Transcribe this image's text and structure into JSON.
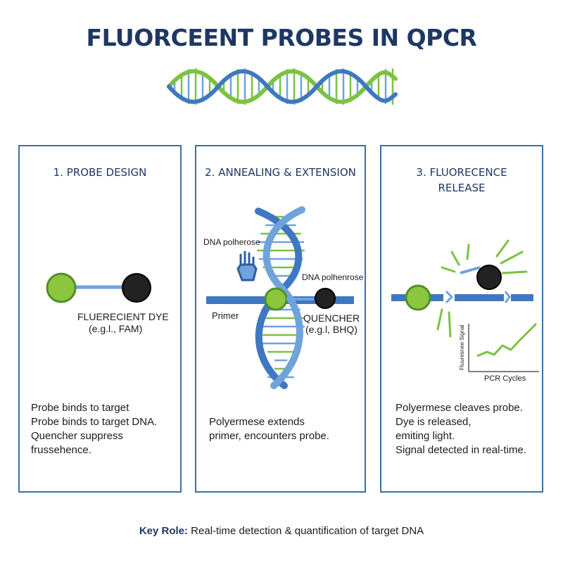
{
  "title": "FLUORCEENT PROBES IN QPCR",
  "colors": {
    "navy": "#1e3763",
    "blue": "#3f78c0",
    "light_blue": "#6fa3dc",
    "green": "#7cc242",
    "quencher": "#1e1e1e"
  },
  "panels": [
    {
      "title": "1. PROBE DESIGN",
      "labels": {
        "dye": "FLUERECIENT DYE",
        "dye_example": "(e.g.l., FAM)"
      },
      "description": [
        "Probe binds to target",
        "Probe binds to target DNA.",
        "Quencher suppress",
        "frussehence."
      ]
    },
    {
      "title": "2. ANNEALING & EXTENSION",
      "labels": {
        "polymerase_left": "DNA polherose",
        "polymerase_right": "DNA polhenrose",
        "primer": "Primer",
        "quencher": "QUENCHER",
        "quencher_example": "(e.g.l, BHQ)"
      },
      "icons": [
        "hand-icon"
      ],
      "description": [
        "Polyermese extends",
        "primer, encounters probe."
      ]
    },
    {
      "title_lines": [
        "3. FLUORECENCE",
        "RELEASE"
      ],
      "mini_chart": {
        "ylabel": "Fluuresnee Signal",
        "xlabel": "PCR Cycles"
      },
      "description": [
        "Polyermese cleaves probe.",
        "Dye is released,",
        "emiting light.",
        "Signal detected in real-time."
      ]
    },
    null
  ],
  "footer": {
    "key": "Key Role:",
    "text": "Real-time detection & quantification of target DNA"
  }
}
